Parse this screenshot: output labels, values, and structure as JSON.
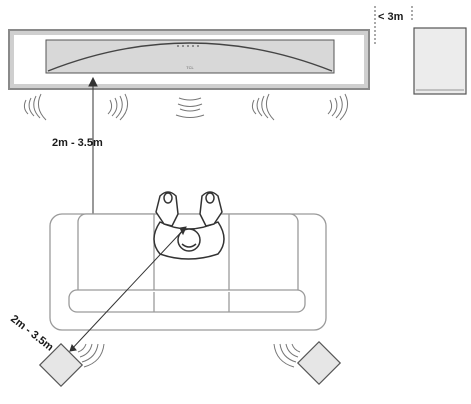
{
  "labels": {
    "tv_distance": "2m - 3.5m",
    "rear_distance": "2m - 3.5m",
    "sub_distance": "< 3m"
  },
  "soundbar_logo": "TCL",
  "colors": {
    "line": "#555555",
    "frame_fill": "#cfcfcf",
    "bar_fill": "#d8d8d8",
    "subwoofer_fill": "#ececec",
    "sofa_stroke": "#9a9a9a"
  },
  "icons": [
    "sound-wave-icon",
    "soundbar-icon",
    "subwoofer-icon",
    "sofa-icon",
    "person-icon",
    "rear-speaker-icon"
  ]
}
